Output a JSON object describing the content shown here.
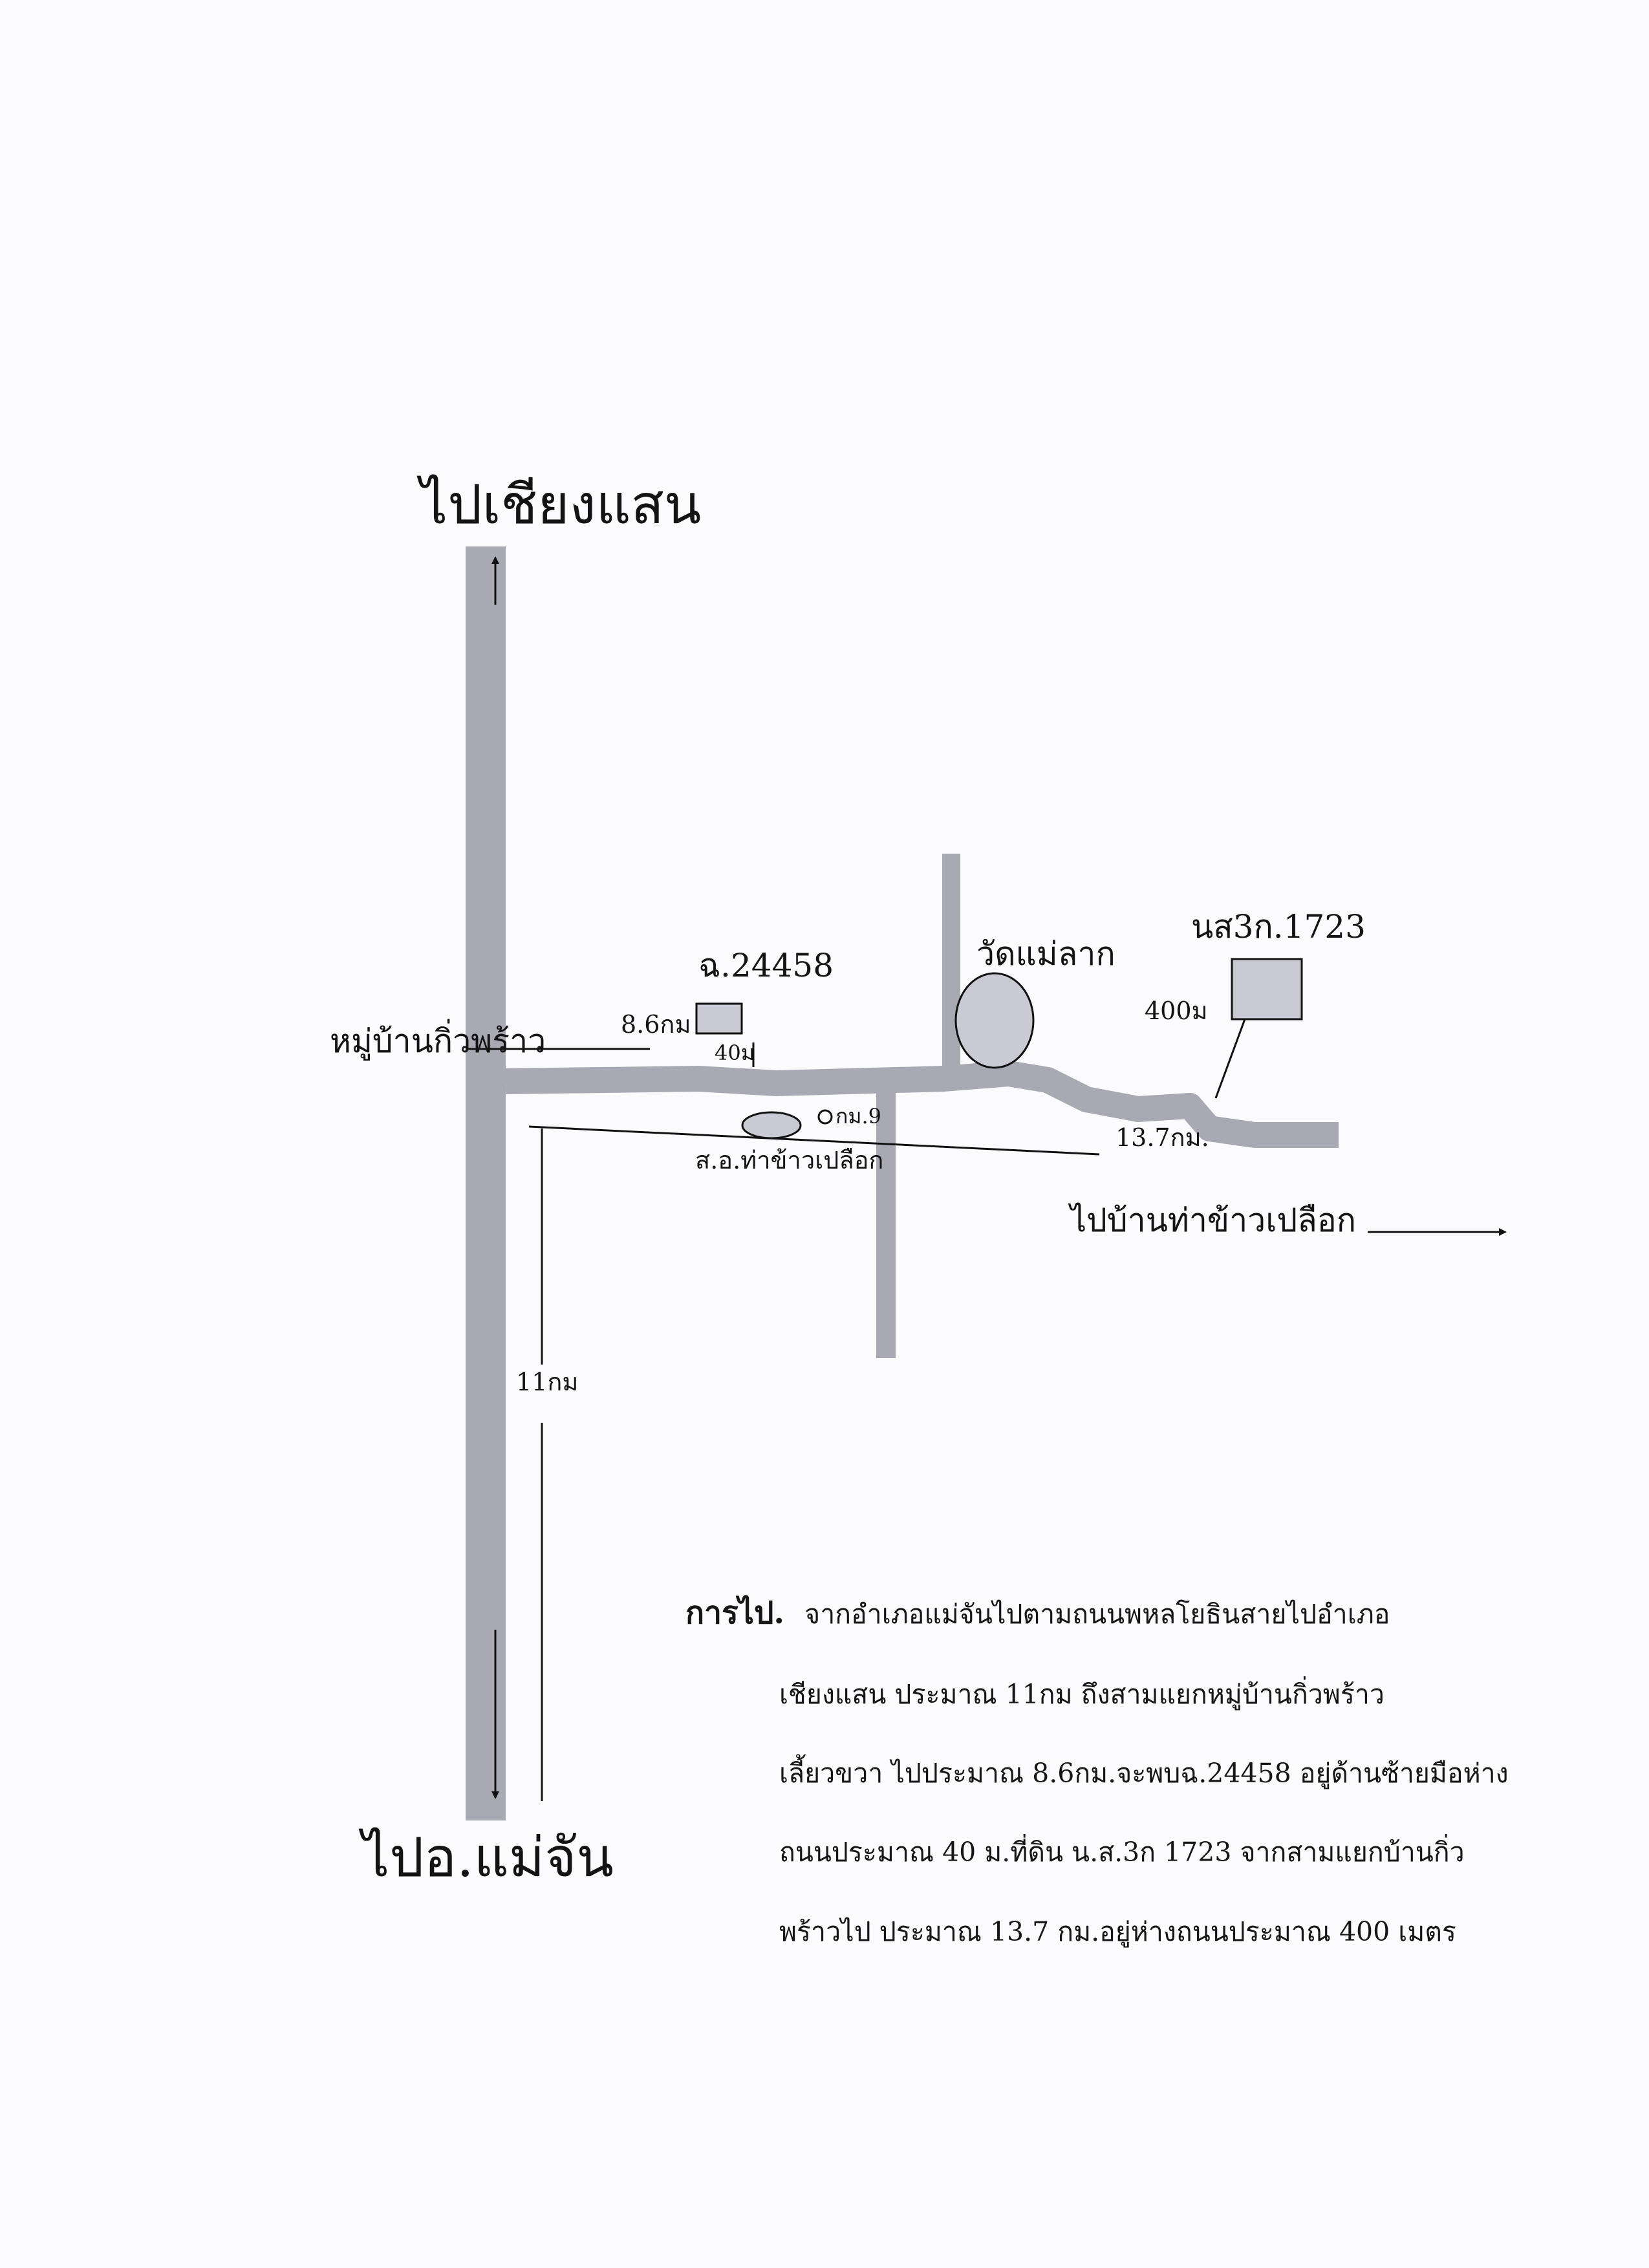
{
  "map": {
    "labels": {
      "to_chiang_saen": "ไปเชียงแสน",
      "to_mae_chan": "ไปอ.แม่จัน",
      "village_kiew_phrao": "หมู่บ้านกิ่วพร้าว",
      "to_ban_tha_khao_plueak": "ไปบ้านท่าข้าวเปลือก",
      "wat_mae_lak": "วัดแม่ลาก",
      "plot_chanote": "ฉ.24458",
      "plot_ns3k": "นส3ก.1723",
      "dist_8_6km": "8.6กม",
      "dist_40m": "40ม",
      "dist_400m": "400ม",
      "dist_13_7km": "13.7กม.",
      "dist_11km": "11กม",
      "km_marker": "กม.9",
      "health_station": "ส.อ.ท่าข้าวเปลือก"
    },
    "colors": {
      "road": "#a9a9b4",
      "plot_fill": "#c9c9d3",
      "line": "#1a1a1a"
    }
  },
  "directions": {
    "heading": "การไป.",
    "line1": "จากอำเภอแม่จันไปตามถนนพหลโยธินสายไปอำเภอ",
    "line2": "เชียงแสน ประมาณ 11กม ถึงสามแยกหมู่บ้านกิ่วพร้าว",
    "line3": "เลี้ยวขวา ไปประมาณ 8.6กม.จะพบฉ.24458 อยู่ด้านซ้ายมือห่าง",
    "line4": "ถนนประมาณ 40 ม.ที่ดิน น.ส.3ก 1723 จากสามแยกบ้านกิ่ว",
    "line5": "พร้าวไป ประมาณ 13.7 กม.อยู่ห่างถนนประมาณ 400 เมตร"
  }
}
